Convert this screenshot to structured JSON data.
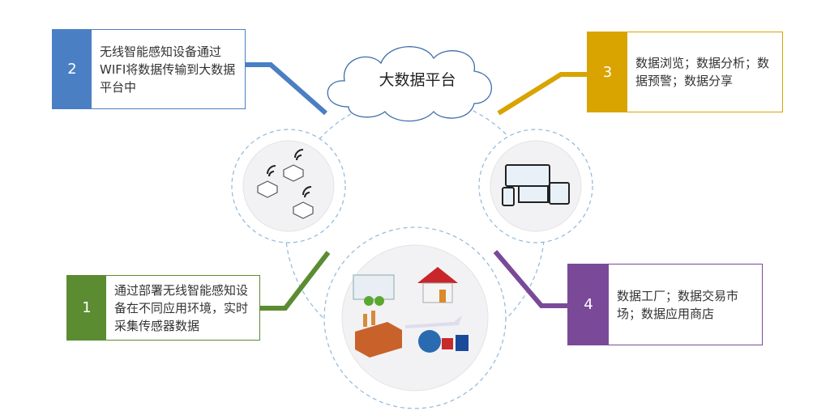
{
  "cloud": {
    "title": "大数据平台"
  },
  "steps": [
    {
      "number": "1",
      "text": "通过部署无线智能感知设备在不同应用环境，实时采集传感器数据",
      "color": "#5b8c32"
    },
    {
      "number": "2",
      "text": "无线智能感知设备通过WIFI将数据传输到大数据平台中",
      "color": "#4a7fc4"
    },
    {
      "number": "3",
      "text": "数据浏览；数据分析；数据预警；数据分享",
      "color": "#d9a300"
    },
    {
      "number": "4",
      "text": "数据工厂；数据交易市场；数据应用商店",
      "color": "#7a4a98"
    }
  ],
  "icons": [
    "wireless-sensor-devices",
    "monitoring-screens",
    "application-scenes"
  ]
}
